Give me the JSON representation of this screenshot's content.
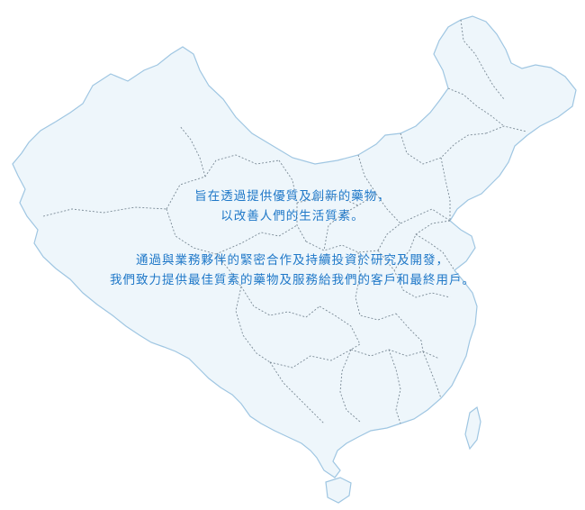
{
  "mission": {
    "paragraph_1": [
      "旨在透過提供優質及創新的藥物，",
      "以改善人們的生活質素。"
    ],
    "paragraph_2": [
      "通過與業務夥伴的緊密合作及持續投資於研究及開發，",
      "我們致力提供最佳質素的藥物及服務給我們的客戶和最終用戶。"
    ]
  },
  "colors": {
    "text": "#1f78c8",
    "map_fill": "#eef6fb",
    "map_stroke": "#9fc6e2",
    "border_line": "#7a8a96"
  }
}
